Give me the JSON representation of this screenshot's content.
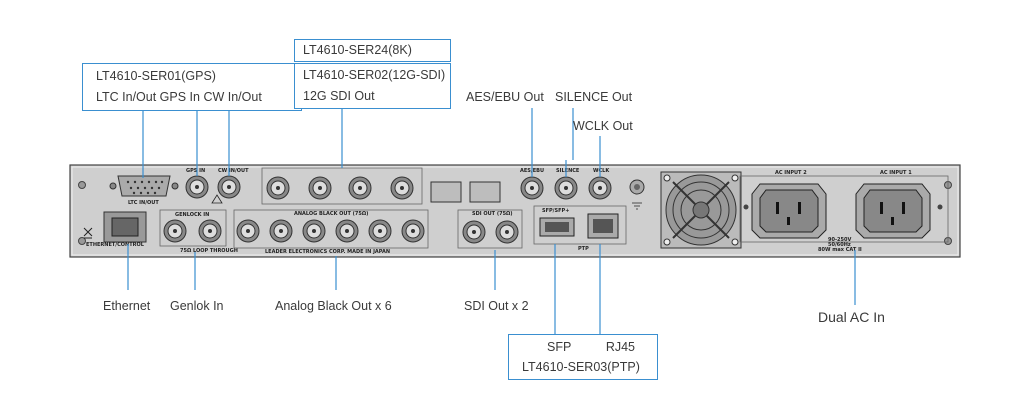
{
  "boxes": {
    "ser01": {
      "line1": "LT4610-SER01(GPS)",
      "line2": "LTC In/Out  GPS In   CW In/Out"
    },
    "ser24": {
      "line1": "LT4610-SER24(8K)"
    },
    "ser02": {
      "line1": "LT4610-SER02(12G-SDI)",
      "line2": "12G SDI Out"
    },
    "ser03": {
      "line1": "SFP          RJ45",
      "line2": "LT4610-SER03(PTP)"
    }
  },
  "labels": {
    "aes": "AES/EBU Out",
    "silence": "SILENCE Out",
    "wclk": "WCLK Out",
    "ethernet": "Ethernet",
    "genlock": "Genlok In",
    "analog": "Analog Black Out x 6",
    "sdi": "SDI Out x 2",
    "dual_ac": "Dual AC In"
  },
  "panel_text": {
    "ltc": "LTC IN/OUT",
    "gps": "GPS IN",
    "cw": "CW IN/OUT",
    "genlock_in": "GENLOCK IN",
    "loop_through": "75Ω LOOP THROUGH",
    "analog_black": "ANALOG BLACK OUT (75Ω)",
    "leader": "LEADER ELECTRONICS CORP. MADE IN JAPAN",
    "ethernet_control": "ETHERNET/CONTROL",
    "sdi_out": "SDI OUT (75Ω)",
    "sfp": "SFP/SFP+",
    "ptp": "PTP",
    "aes_ebu": "AES/EBU",
    "silence": "SILENCE",
    "wclk": "WCLK",
    "ac2": "AC INPUT 2",
    "ac1": "AC INPUT 1",
    "ac_spec1": "90-250V",
    "ac_spec2": "50/60Hz",
    "ac_spec3": "80W max  CAT II"
  },
  "colors": {
    "callout": "#3a8fd0",
    "panel": "#c9c9c9",
    "panel_edge": "#555555"
  }
}
